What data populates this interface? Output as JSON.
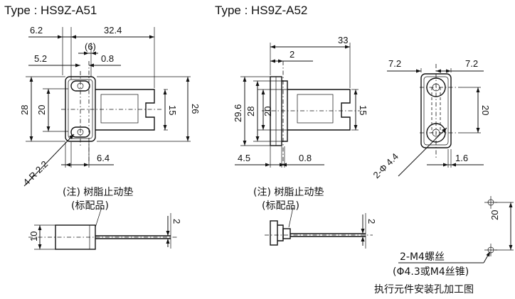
{
  "titles": {
    "a51": "Type : HS9Z-A51",
    "a52": "Type : HS9Z-A52"
  },
  "a51": {
    "dim_6_2": "6.2",
    "dim_32_4": "32.4",
    "dim_6": "(6)",
    "dim_5_2": "5.2",
    "dim_0_8": "0.8",
    "dim_28": "28",
    "dim_20": "20",
    "dim_15": "15",
    "dim_26": "26",
    "dim_4r": "4-R 2.2",
    "dim_6_4": "6.4",
    "note1": "(注) 树脂止动垫",
    "note2": "(标配品)",
    "dim_10": "10",
    "dim_2": "2"
  },
  "a52": {
    "dim_33": "33",
    "dim_2": "2",
    "dim_29_6": "29.6",
    "dim_28": "28",
    "dim_20": "20",
    "dim_15": "15",
    "dim_4_5": "4.5",
    "dim_0_8": "0.8",
    "note1": "(注) 树脂止动垫",
    "note2": "(标配品)",
    "dim_2b": "2"
  },
  "mount": {
    "dim_7_2a": "7.2",
    "dim_7_2b": "7.2",
    "dim_20": "20",
    "dim_hole": "2-Φ 4.4",
    "dim_1_6": "1.6",
    "dim_20b": "20",
    "screw": "2-M4螺丝",
    "screw_note": "(Φ4.3或M4丝锥)",
    "caption": "执行元件安装孔加工图"
  }
}
